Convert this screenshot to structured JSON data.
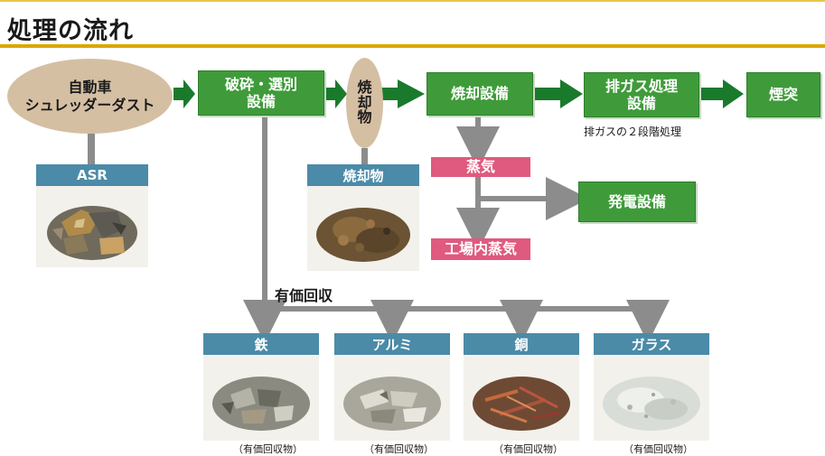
{
  "page": {
    "title": "処理の流れ"
  },
  "nodes": {
    "dust": "自動車\nシュレッダーダスト",
    "crush": "破砕・選別\n設備",
    "ash_oval": "焼\n却\n物",
    "incinerator": "焼却設備",
    "exhaust": "排ガス処理\n設備",
    "chimney": "煙突",
    "exhaust_note": "排ガスの２段階処理",
    "steam": "蒸気",
    "factory_steam": "工場内蒸気",
    "power": "発電設備"
  },
  "samples": {
    "asr": "ASR",
    "ash": "焼却物"
  },
  "recovery": {
    "label": "有価回収",
    "items": [
      {
        "name": "鉄",
        "caption": "（有価回収物）"
      },
      {
        "name": "アルミ",
        "caption": "（有価回収物）"
      },
      {
        "name": "銅",
        "caption": "（有価回収物）"
      },
      {
        "name": "ガラス",
        "caption": "（有価回収物）"
      }
    ]
  },
  "colors": {
    "process_green": "#3f9b3a",
    "steam_pink": "#df5a7e",
    "label_blue": "#4b8ba8",
    "connector_grey": "#8c8c8c",
    "oval_tan": "#d5bfa3",
    "title_rule": "#dca600"
  }
}
